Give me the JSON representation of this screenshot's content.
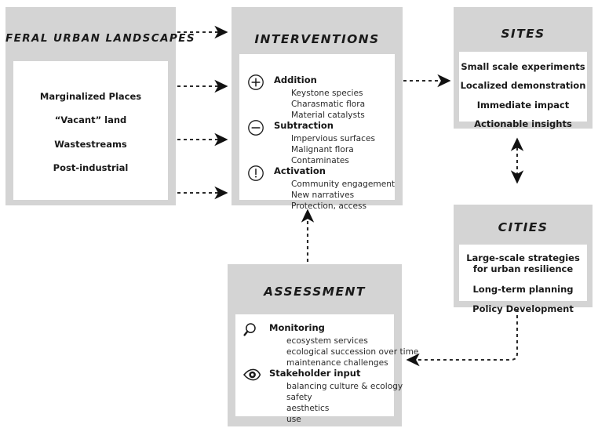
{
  "diagram": {
    "title_feral": "FERAL URBAN LANDSCAPES",
    "title_interventions": "INTERVENTIONS",
    "title_sites": "SITES",
    "title_cities": "CITIES",
    "title_assessment": "ASSESSMENT",
    "panel_fill": "#d4d4d4",
    "inner_fill": "#ffffff",
    "ink": "#1a1a1a"
  },
  "feral": {
    "items": [
      "Marginalized Places",
      "“Vacant” land",
      "Wastestreams",
      "Post-industrial"
    ]
  },
  "interventions": {
    "groups": [
      {
        "icon": "plus-circle-icon",
        "heading": "Addition",
        "items": [
          "Keystone species",
          "Charasmatic flora",
          "Material catalysts"
        ]
      },
      {
        "icon": "minus-circle-icon",
        "heading": "Subtraction",
        "items": [
          "Impervious surfaces",
          "Malignant flora",
          "Contaminates"
        ]
      },
      {
        "icon": "exclamation-circle-icon",
        "heading": "Activation",
        "items": [
          "Community engagement",
          "New narratives",
          "Protection, access"
        ]
      }
    ]
  },
  "sites": {
    "items": [
      "Small scale experiments",
      "Localized demonstration",
      "Immediate impact",
      "Actionable insights"
    ]
  },
  "cities": {
    "items": [
      "Large-scale strategies for urban resilience",
      "Long-term planning",
      "Policy Development"
    ]
  },
  "assessment": {
    "groups": [
      {
        "icon": "magnifier-icon",
        "heading": "Monitoring",
        "items": [
          "ecosystem services",
          "ecological succession over time",
          "maintenance challenges"
        ]
      },
      {
        "icon": "eye-icon",
        "heading": "Stakeholder input",
        "items": [
          "balancing culture & ecology",
          "safety",
          "aesthetics",
          "use"
        ]
      }
    ]
  },
  "connectors": [
    {
      "name": "feral-to-interventions-1",
      "direction": "right"
    },
    {
      "name": "feral-to-interventions-2",
      "direction": "right"
    },
    {
      "name": "feral-to-interventions-3",
      "direction": "right"
    },
    {
      "name": "feral-to-interventions-4",
      "direction": "right"
    },
    {
      "name": "interventions-to-sites",
      "direction": "right"
    },
    {
      "name": "sites-cities-bidirectional",
      "direction": "both"
    },
    {
      "name": "cities-to-assessment",
      "direction": "left"
    },
    {
      "name": "assessment-to-interventions",
      "direction": "up"
    }
  ]
}
